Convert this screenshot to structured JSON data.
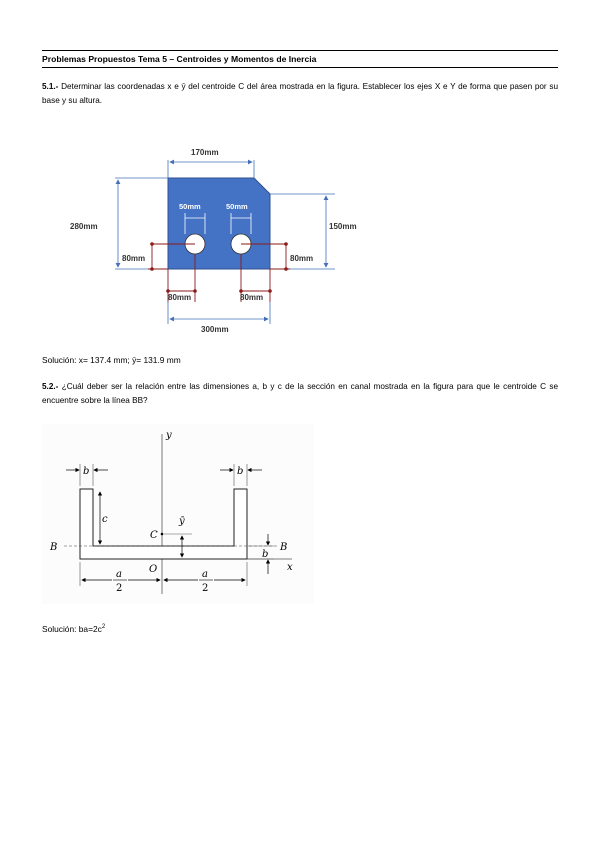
{
  "header": {
    "title": "Problemas Propuestos Tema 5 – Centroides y Momentos de Inercia"
  },
  "p1": {
    "number": "5.1.-",
    "text": " Determinar las coordenadas x e ȳ del centroide C del área mostrada en la figura. Establecer los ejes X e Y de forma que pasen por su base y su altura."
  },
  "fig1": {
    "dim_top": "170mm",
    "dim_left": "280mm",
    "dim_right": "150mm",
    "hole_left_dim": "50mm",
    "hole_right_dim": "50mm",
    "dim_left_low": "80mm",
    "dim_right_low": "80mm",
    "dim_bottom_left": "80mm",
    "dim_bottom_right": "80mm",
    "dim_bottom": "300mm",
    "fill": "#4470b8"
  },
  "sol1": {
    "text": "Solución: x= 137.4 mm; ȳ= 131.9 mm"
  },
  "p2": {
    "number": "5.2.-",
    "text": " ¿Cuál deber ser la relación entre las dimensiones a, b y c de la sección en canal mostrada en la figura para que le centroide C se encuentre sobre la línea BB?"
  },
  "fig2": {
    "y_label": "y",
    "x_label": "x",
    "b_left": "b",
    "b_right": "b",
    "b_bottom": "b",
    "c_label": "c",
    "C_label": "C",
    "ybar_label": "ȳ",
    "B_left": "B",
    "B_right": "B",
    "O_label": "O",
    "a_num_left": "a",
    "a_den_left": "2",
    "a_num_right": "a",
    "a_den_right": "2"
  },
  "sol2": {
    "prefix": "Solución: ba=2c",
    "sup": "2"
  }
}
